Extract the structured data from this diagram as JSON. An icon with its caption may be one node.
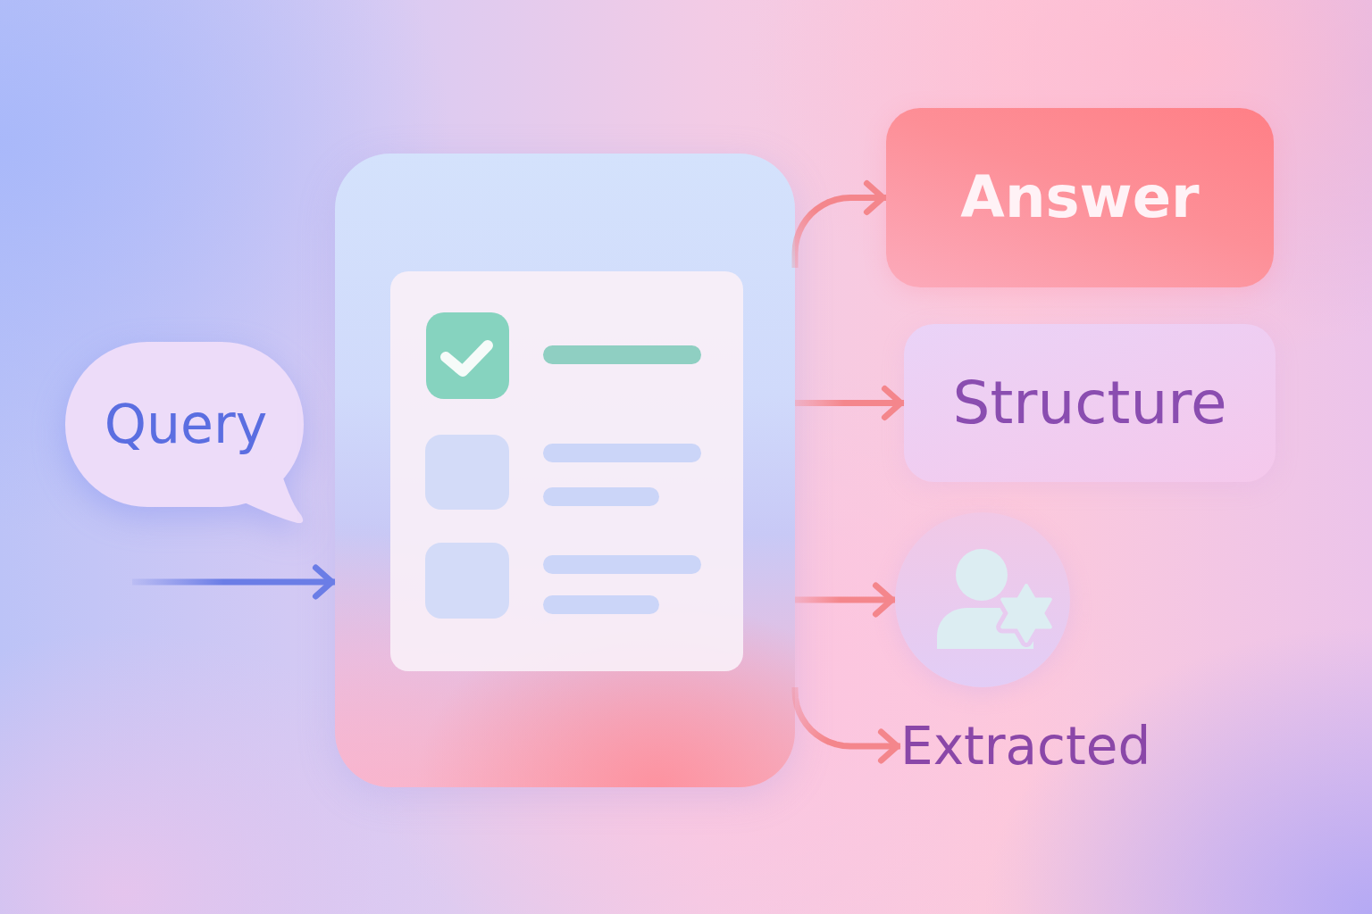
{
  "diagram": {
    "nodes": [
      {
        "text": [
          "Query"
        ]
      },
      {
        "text": [],
        "shape": "box"
      },
      {
        "text": [
          "Answer"
        ]
      },
      {
        "text": [
          "Structure"
        ]
      },
      {
        "text": [],
        "shape": "circle"
      },
      {
        "text": [
          "Extracted"
        ]
      }
    ],
    "edges": [
      {
        "from": null,
        "to": 1,
        "arrow": "to",
        "color": "#6b7de6"
      },
      {
        "from": 1,
        "to": 2,
        "arrow": "to"
      },
      {
        "from": 1,
        "to": 3,
        "arrow": "to"
      },
      {
        "from": 1,
        "to": 4,
        "arrow": "to"
      },
      {
        "from": 1,
        "to": 5,
        "arrow": "to"
      }
    ]
  }
}
